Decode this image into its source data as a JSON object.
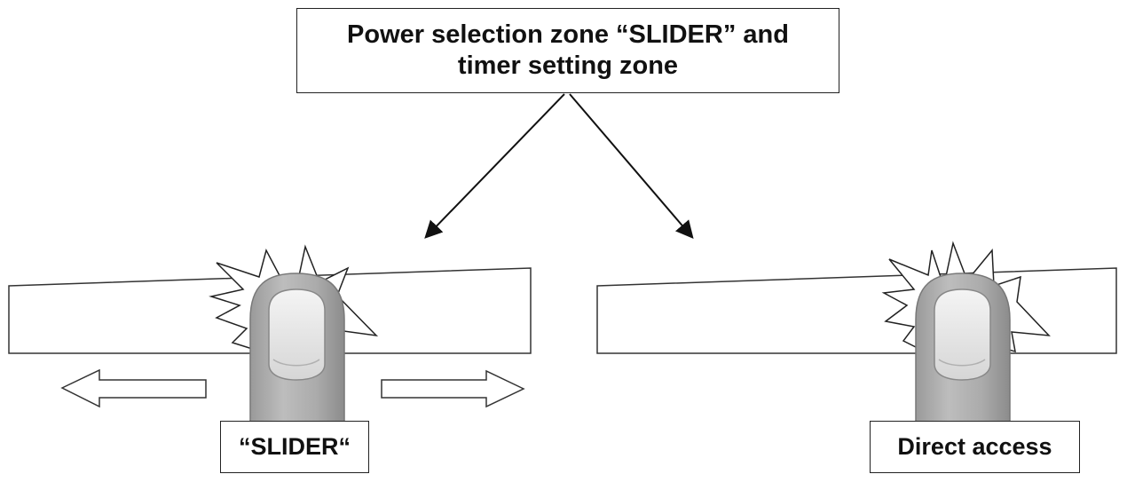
{
  "title": {
    "line1": "Power selection zone “SLIDER” and",
    "line2": "timer setting zone"
  },
  "labels": {
    "slider": "“SLIDER“",
    "direct": "Direct access"
  },
  "icons": {
    "touch_burst": "starburst-icon",
    "finger": "finger-icon",
    "left_arrow": "arrow-left-icon",
    "right_arrow": "arrow-right-icon"
  },
  "colors": {
    "line": "#222222",
    "finger_fill": "#a8a8a8",
    "nail_fill": "#e6e6e6"
  }
}
